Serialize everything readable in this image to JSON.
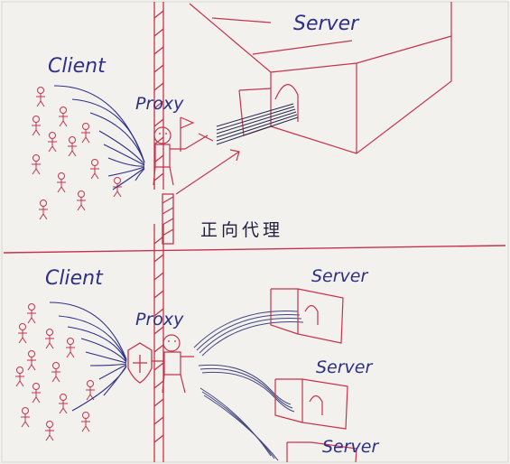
{
  "forward_proxy_section": {
    "client_label": "Client",
    "proxy_label": "Proxy",
    "server_label": "Server"
  },
  "divider_title": "正向代理",
  "reverse_proxy_section": {
    "client_label": "Client",
    "proxy_label": "Proxy",
    "server_labels": [
      "Server",
      "Server",
      "Server"
    ]
  },
  "colors": {
    "ink_blue": "#2e2f86",
    "ink_red": "#c7334a",
    "paper": "#f2f1ee"
  }
}
